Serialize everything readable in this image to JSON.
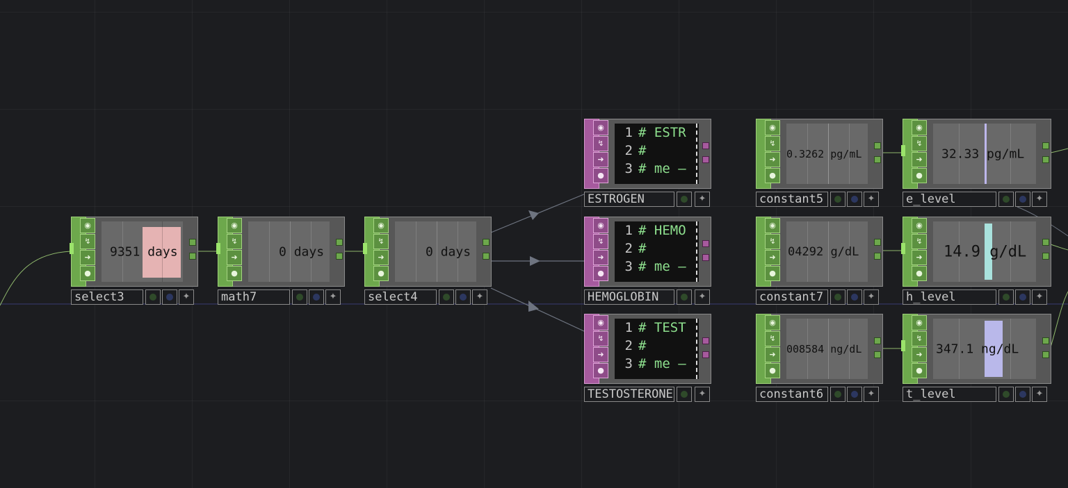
{
  "colors": {
    "background": "#1c1d20",
    "chop_green": "#6da84c",
    "dat_purple": "#a65a9e",
    "wire": "#7a8090"
  },
  "icons": {
    "flag_viewer": "viewer-icon",
    "flag_bypass": "bypass-icon",
    "flag_export": "export-icon",
    "flag_lock": "lock-icon",
    "display": "display-dot-icon",
    "render": "render-dot-icon",
    "options": "star-icon"
  },
  "nodes": {
    "select3": {
      "label": "select3",
      "value": "9351",
      "unit": "days"
    },
    "math7": {
      "label": "math7",
      "value": "0",
      "unit": "days"
    },
    "select4": {
      "label": "select4",
      "value": "0",
      "unit": "days"
    },
    "estrogen": {
      "label": "ESTROGEN",
      "lines": [
        {
          "num": "1",
          "text": "# ESTR"
        },
        {
          "num": "2",
          "text": "#"
        },
        {
          "num": "3",
          "text": "# me —"
        }
      ]
    },
    "hemoglobin": {
      "label": "HEMOGLOBIN",
      "lines": [
        {
          "num": "1",
          "text": "# HEMO"
        },
        {
          "num": "2",
          "text": "#"
        },
        {
          "num": "3",
          "text": "# me —"
        }
      ]
    },
    "testosterone": {
      "label": "TESTOSTERONE",
      "lines": [
        {
          "num": "1",
          "text": "# TEST"
        },
        {
          "num": "2",
          "text": "#"
        },
        {
          "num": "3",
          "text": "# me —"
        }
      ]
    },
    "constant5": {
      "label": "constant5",
      "value": "0.3262",
      "unit": "pg/mL"
    },
    "constant7": {
      "label": "constant7",
      "value": "04292",
      "unit": "g/dL"
    },
    "constant6": {
      "label": "constant6",
      "value": "008584",
      "unit": "ng/dL"
    },
    "e_level": {
      "label": "e_level",
      "value": "32.33",
      "unit": "pg/mL"
    },
    "h_level": {
      "label": "h_level",
      "value": "14.9",
      "unit": "g/dL"
    },
    "t_level": {
      "label": "t_level",
      "value": "347.1",
      "unit": "ng/dL"
    }
  }
}
